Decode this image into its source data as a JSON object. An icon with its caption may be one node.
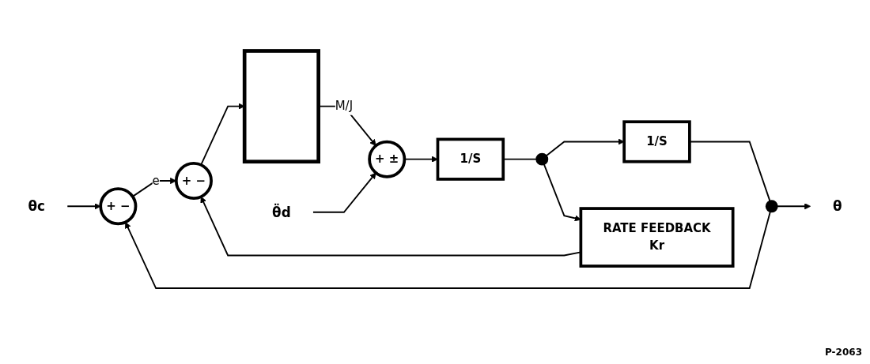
{
  "diagram": {
    "nodes": [
      {
        "text": [
          "θc"
        ]
      },
      {
        "text": [
          "+",
          "−"
        ]
      },
      {
        "text": [
          "+",
          "−"
        ]
      },
      {
        "text": [],
        "shape": "box"
      },
      {
        "text": [
          "+",
          "±"
        ]
      },
      {
        "text": [
          "θ̈d"
        ]
      },
      {
        "text": [
          "1/S"
        ]
      },
      {
        "text": [],
        "shape": "circle"
      },
      {
        "text": [
          "1/S"
        ]
      },
      {
        "text": [],
        "shape": "circle"
      },
      {
        "text": [
          "θ"
        ]
      },
      {
        "text": [
          "RATE FEEDBACK",
          "Kr"
        ]
      }
    ],
    "edges": [
      {
        "from": 0,
        "to": 1,
        "arrow": "to"
      },
      {
        "from": 1,
        "to": 2,
        "arrow": "to",
        "label": "e"
      },
      {
        "from": 2,
        "to": 3,
        "arrow": "to"
      },
      {
        "from": 3,
        "to": 4,
        "arrow": "to",
        "label": "M/J"
      },
      {
        "from": 5,
        "to": 4,
        "arrow": "to"
      },
      {
        "from": 4,
        "to": 6,
        "arrow": "to"
      },
      {
        "from": 6,
        "to": 7,
        "arrow": "none"
      },
      {
        "from": 7,
        "to": 8,
        "arrow": "to"
      },
      {
        "from": 8,
        "to": 9,
        "arrow": "none"
      },
      {
        "from": 9,
        "to": 10,
        "arrow": "to"
      },
      {
        "from": 7,
        "to": 11,
        "arrow": "to"
      },
      {
        "from": 11,
        "to": 2,
        "arrow": "to"
      },
      {
        "from": 9,
        "to": 1,
        "arrow": "to"
      }
    ],
    "labels": [
      "P-2063"
    ]
  }
}
